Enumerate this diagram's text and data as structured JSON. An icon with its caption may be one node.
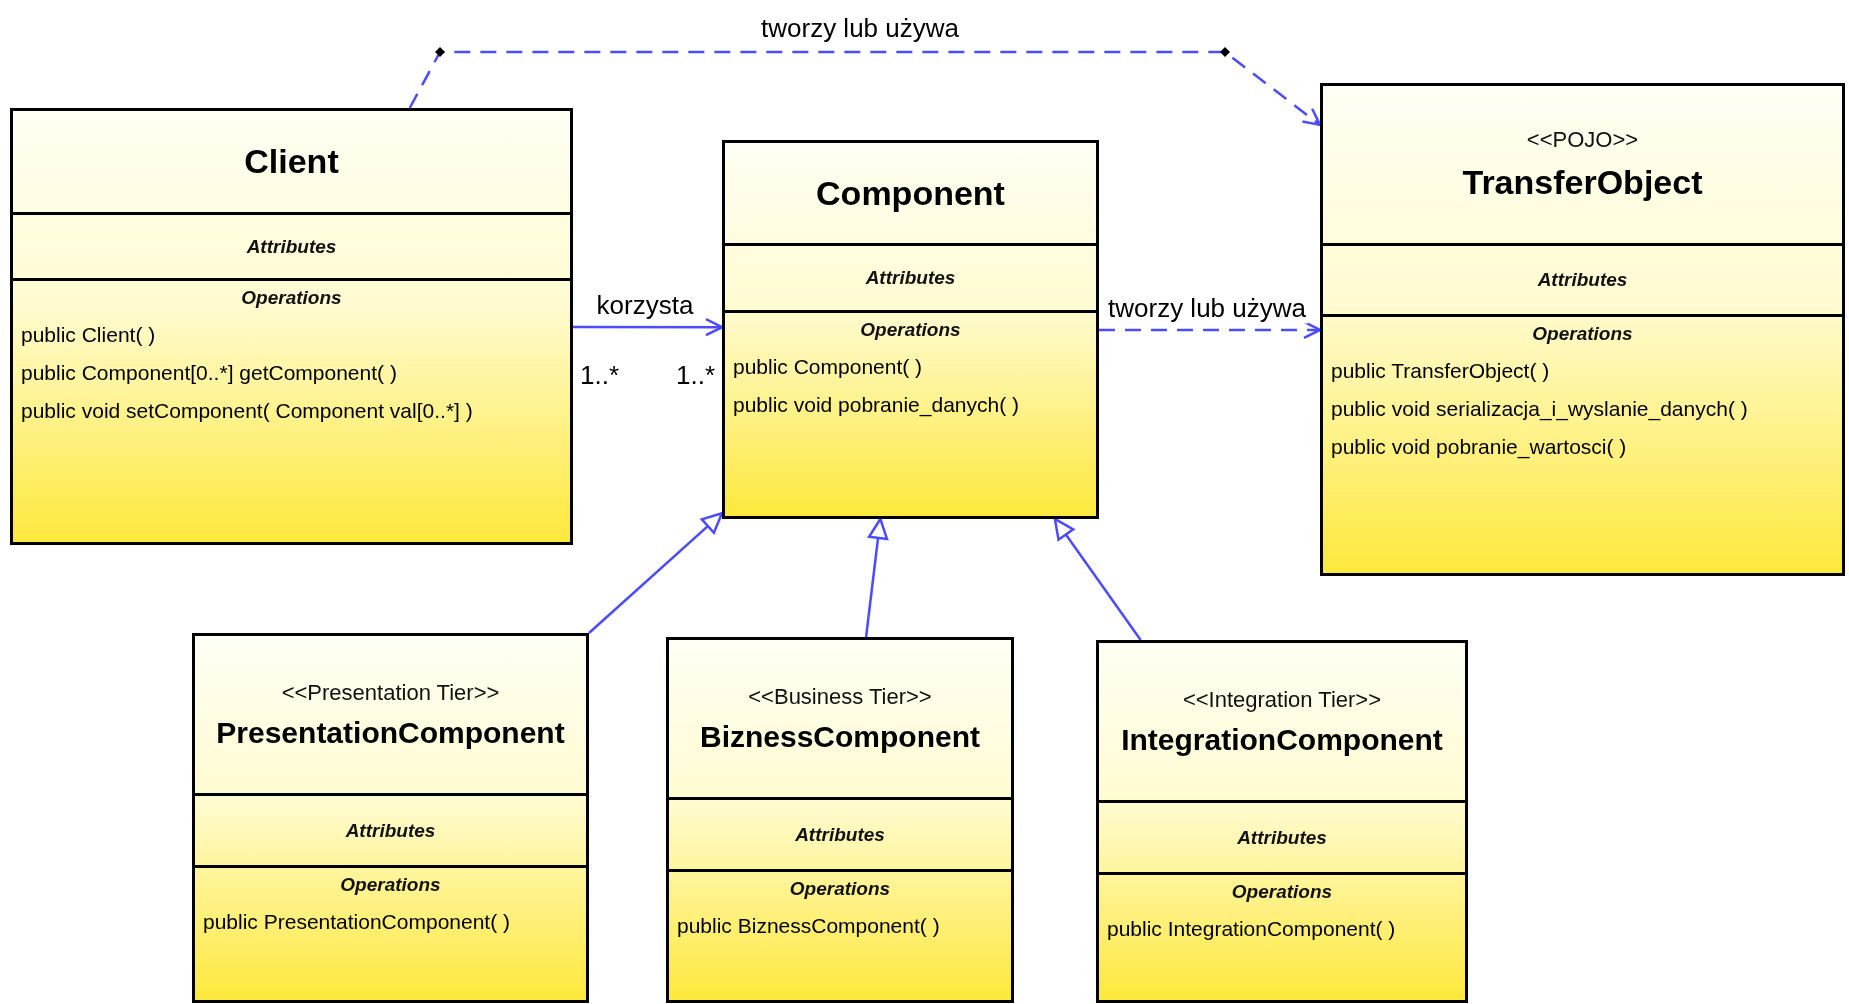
{
  "diagram": {
    "nodes": [
      {
        "text": [
          "Client",
          "Attributes",
          "Operations",
          "public Client( )",
          "public Component[0..*]  getComponent( )",
          "public void  setComponent( Component val[0..*] )"
        ]
      },
      {
        "text": [
          "Component",
          "Attributes",
          "Operations",
          "public Component( )",
          "public void  pobranie_danych( )"
        ]
      },
      {
        "text": [
          "<<POJO>>",
          "TransferObject",
          "Attributes",
          "Operations",
          "public TransferObject( )",
          "public void  serializacja_i_wyslanie_danych( )",
          "public void  pobranie_wartosci( )"
        ]
      },
      {
        "text": [
          "<<Presentation Tier>>",
          "PresentationComponent",
          "Attributes",
          "Operations",
          "public PresentationComponent( )"
        ]
      },
      {
        "text": [
          "<<Business Tier>>",
          "BiznessComponent",
          "Attributes",
          "Operations",
          "public BiznessComponent( )"
        ]
      },
      {
        "text": [
          "<<Integration Tier>>",
          "IntegrationComponent",
          "Attributes",
          "Operations",
          "public IntegrationComponent( )"
        ]
      }
    ],
    "edges": [
      {
        "from": 0,
        "to": 1,
        "arrow": "to",
        "label": "korzysta"
      },
      {
        "from": 1,
        "to": 2,
        "arrow": "to",
        "label": "tworzy lub używa",
        "style": "dashed"
      },
      {
        "from": 0,
        "to": 2,
        "arrow": "to",
        "label": "tworzy lub używa",
        "style": "dashed"
      },
      {
        "from": 3,
        "to": 1,
        "arrow": "to"
      },
      {
        "from": 4,
        "to": 1,
        "arrow": "to"
      },
      {
        "from": 5,
        "to": 1,
        "arrow": "to"
      }
    ],
    "labels": [
      "1..*",
      "1..*"
    ]
  }
}
